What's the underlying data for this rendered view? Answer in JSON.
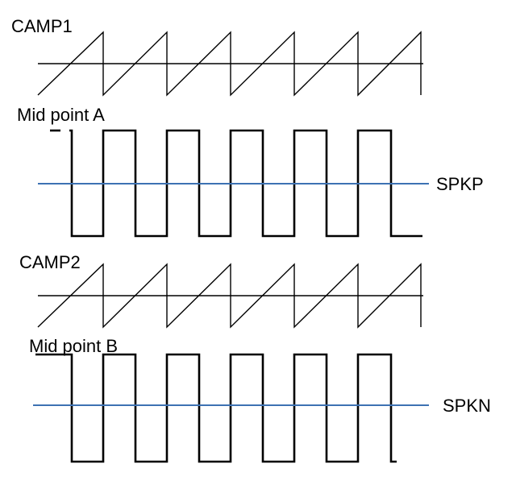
{
  "labels": {
    "camp1": "CAMP1",
    "mid_a": "Mid point A",
    "spkp": "SPKP",
    "camp2": "CAMP2",
    "mid_b": "Mid point B",
    "spkn": "SPKN"
  },
  "colors": {
    "reference_line": "#3d72b3",
    "waveform": "#000000"
  }
}
